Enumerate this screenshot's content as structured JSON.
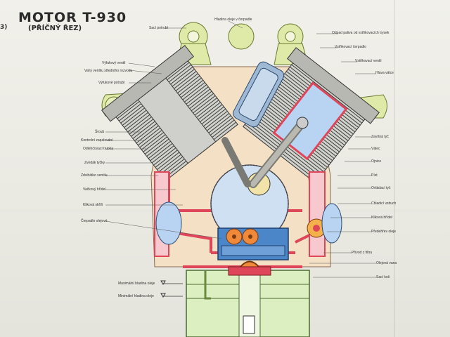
{
  "title": "MOTOR T-930",
  "subtitle": "(PŘÍČNÝ ŘEZ)",
  "corner_mark": "3)",
  "colors": {
    "paper": "#ecebe4",
    "cooling_air": "#dfeaa8",
    "oil_red": "#e0465a",
    "pump_blue": "#4a86c8",
    "gear_orange": "#f08a3a",
    "cylinder_grey": "#c8c8c4",
    "casing_peach": "#f2d6b8",
    "crank_blue": "#a9c6e8"
  },
  "labels": {
    "sani_potrubi_top": "Sací potrubí",
    "hladina_oleje": "Hladina oleje v čerpadle",
    "odpad_paliva": "Odpad paliva od vstřikovacích trysek",
    "vstrikovaci_cerpadlo": "Vstřikovací čerpadlo",
    "vstrikovaci_ventil": "Vstřikovací ventil",
    "hlava_valce": "Hlava válce",
    "vyfukovy_ventil": "Výfukový ventil",
    "vahy_stredni": "Vahy ventilu středního rozvodu",
    "vyfukove_potrubi": "Výfukové potrubí",
    "sroub": "Šroub",
    "kontrolni_zapalovani": "Kontrolní zapalování",
    "odlevatelna_trubka": "Odlehčovací trubka",
    "zvedak_tycka": "Zvedák tyčky",
    "zdvihatko_ventilu": "Zdvihátko ventilu",
    "vackovy_hridel": "Vačkový hřídel",
    "klikova_skrin": "Kliková skříň",
    "cerpadlo_oleje": "Čerpadlo olejové",
    "zavrtna_tyc": "Zavrtná tyč",
    "valec": "Válec",
    "ojnice": "Ojnice",
    "pist": "Píst",
    "ovladaci_tyc": "Ovládací tyč",
    "chladici": "Chladicí vzduch",
    "klikova_hridel": "Kliková hřídel",
    "predehrev": "Předehřev oleje",
    "privod_oleje": "Přívod z filtru",
    "olejova_vana": "Olejová vana",
    "sani_kos": "Sací koš",
    "max_oil": "Maximální hladina oleje",
    "min_oil": "Minimální hladina oleje"
  }
}
